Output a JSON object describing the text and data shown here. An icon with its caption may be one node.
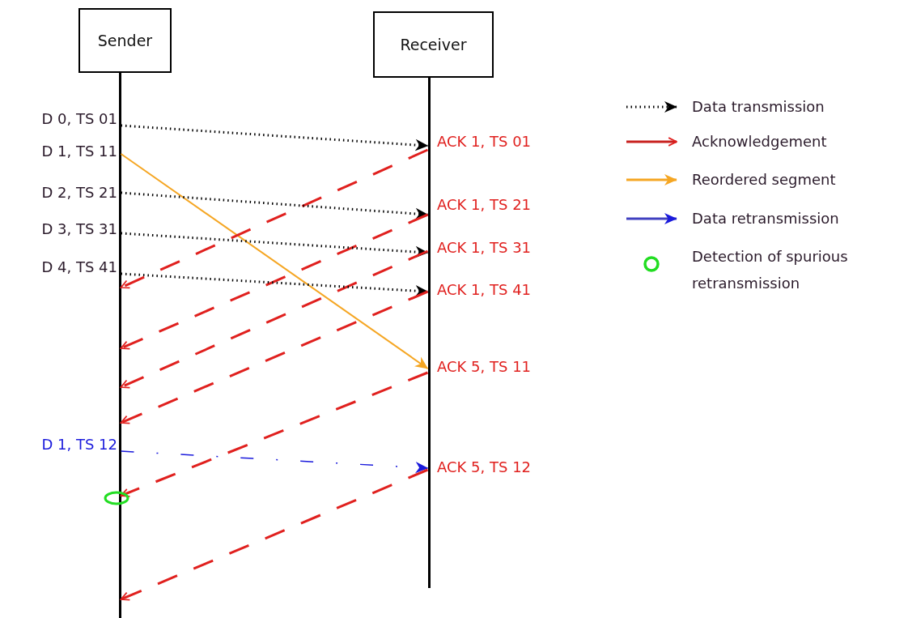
{
  "diagram": {
    "nodes": [
      {
        "text": [
          "Sender"
        ]
      },
      {
        "text": [
          "Receiver"
        ]
      },
      {
        "text": [],
        "shape": "bar"
      },
      {
        "text": [],
        "shape": "bar"
      }
    ],
    "edges": [
      {
        "from": 2,
        "to": 3,
        "arrow": "to",
        "style": "dashed",
        "color": "#000000"
      },
      {
        "from": 2,
        "to": 3,
        "arrow": "to",
        "color": "#f5a623"
      },
      {
        "from": 3,
        "to": 2,
        "arrow": "to",
        "style": "dashed"
      },
      {
        "from": 2,
        "to": 3,
        "arrow": "to",
        "style": "dashed",
        "color": "#000000"
      },
      {
        "from": 3,
        "to": 2,
        "arrow": "to",
        "style": "dashed"
      },
      {
        "from": 2,
        "to": 3,
        "arrow": "to",
        "style": "dashed",
        "color": "#000000"
      },
      {
        "from": 3,
        "to": 2,
        "arrow": "to",
        "style": "dashed"
      },
      {
        "from": 2,
        "to": 3,
        "arrow": "to",
        "style": "dashed",
        "color": "#000000"
      },
      {
        "from": 3,
        "to": 2,
        "arrow": "to",
        "style": "dashed"
      },
      {
        "from": 3,
        "to": 2,
        "arrow": "to",
        "style": "dashed"
      },
      {
        "from": 2,
        "to": 3,
        "arrow": "to",
        "style": "dashed",
        "color": "#1a1adc"
      },
      {
        "from": 3,
        "to": 2,
        "arrow": "to",
        "style": "dashed"
      }
    ],
    "labels": [
      "D 0, TS 01",
      "ACK 1, TS 01",
      "D 1, TS 11",
      "D 2, TS 21",
      "ACK 1, TS 21",
      "D 3, TS 31",
      "ACK 1, TS 31",
      "D 4, TS 41",
      "ACK 1, TS 41",
      "ACK 5, TS 11",
      "D 1, TS 12",
      "ACK 5, TS 12"
    ],
    "legend": [
      {
        "text": "Data transmission"
      },
      {
        "text": "Acknowledgement"
      },
      {
        "text": "Reordered segment"
      },
      {
        "text": "Data retransmission"
      },
      {
        "text": "Detection of spurious retransmission"
      }
    ]
  }
}
